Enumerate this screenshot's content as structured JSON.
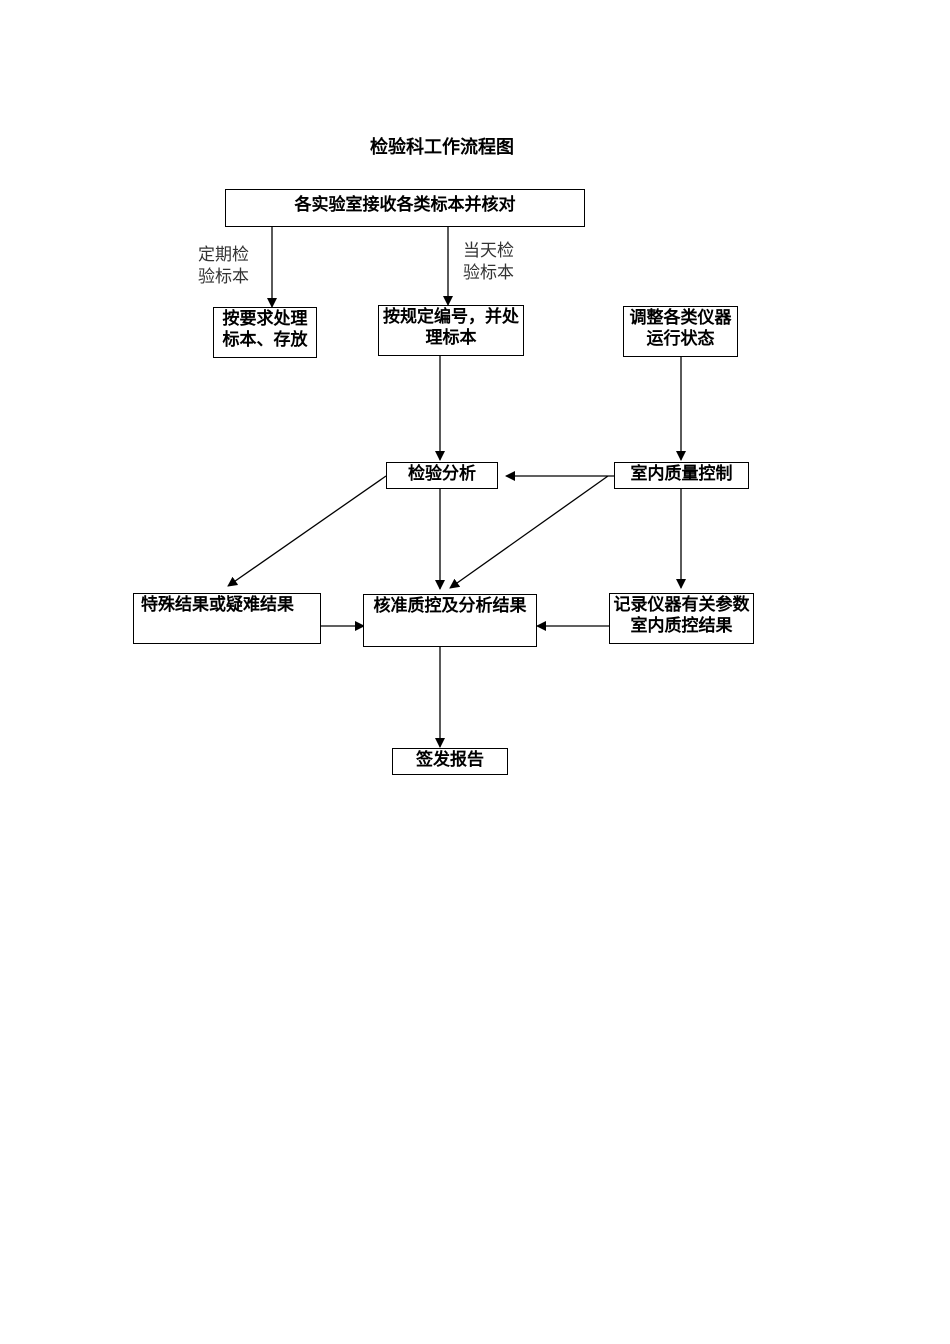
{
  "title": "检验科工作流程图",
  "nodes": {
    "receive": "各实验室接收各类标本并核对",
    "store": "按要求处理标本、存放",
    "number": "按规定编号，并处理标本",
    "adjust": "调整各类仪器运行状态",
    "analyze": "检验分析",
    "qc": "室内质量控制",
    "special": "特殊结果或疑难结果",
    "verify": "核准质控及分析结果",
    "record": "记录仪器有关参数室内质控结果",
    "report": "签发报告"
  },
  "edge_labels": {
    "scheduled": "定期检验标本",
    "sameday": "当天检验标本"
  }
}
